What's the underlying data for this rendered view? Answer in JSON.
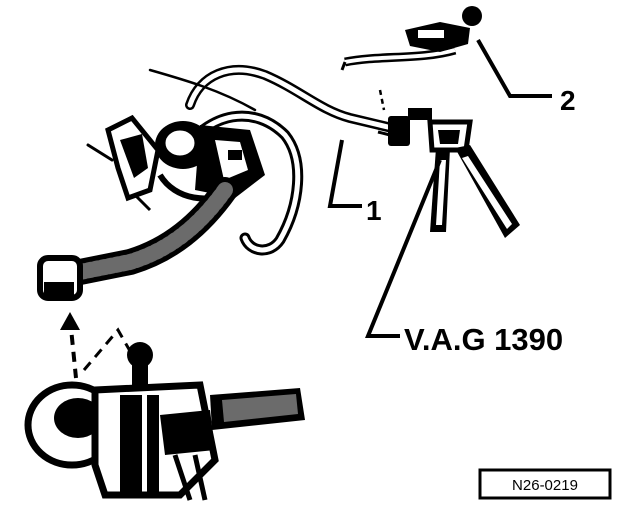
{
  "diagram": {
    "callouts": {
      "one": "1",
      "two": "2",
      "tool": "V.A.G 1390"
    },
    "reference_code": "N26-0219",
    "colors": {
      "ink": "#000000",
      "paper": "#ffffff",
      "shade": "#6b6b6b"
    }
  }
}
